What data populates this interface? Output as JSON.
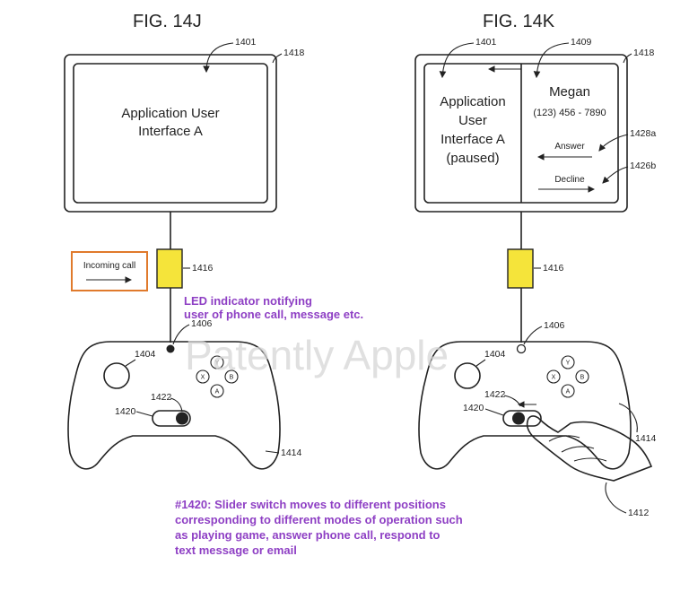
{
  "fig_left": {
    "title": "FIG. 14J",
    "ref_ui": "1401",
    "ref_device": "1418",
    "ui_line1": "Application User",
    "ui_line2": "Interface A",
    "ref_led_module": "1416",
    "ref_led": "1406",
    "ref_stick": "1404",
    "ref_slider_knob": "1422",
    "ref_slider": "1420",
    "ref_controller": "1414",
    "incoming_call_label": "Incoming call",
    "buttons": [
      "Y",
      "X",
      "B",
      "A"
    ]
  },
  "fig_right": {
    "title": "FIG. 14K",
    "ref_ui": "1401",
    "ref_call_panel": "1409",
    "ref_device": "1418",
    "ui_line1": "Application",
    "ui_line2": "User",
    "ui_line3": "Interface A",
    "ui_line4": "(paused)",
    "caller_name": "Megan",
    "caller_number": "(123) 456 - 7890",
    "answer_label": "Answer",
    "decline_label": "Decline",
    "ref_answer": "1428a",
    "ref_decline": "1426b",
    "ref_led_module": "1416",
    "ref_led": "1406",
    "ref_stick": "1404",
    "ref_slider_knob": "1422",
    "ref_slider": "1420",
    "ref_controller": "1414",
    "ref_hand": "1412",
    "buttons": [
      "Y",
      "X",
      "B",
      "A"
    ]
  },
  "annotations": {
    "led_note_line1": "LED indicator notifying",
    "led_note_line2": "user of phone call, message etc.",
    "slider_note_line1": "#1420: Slider switch moves to different positions",
    "slider_note_line2": "corresponding to different modes of operation such",
    "slider_note_line3": "as playing game, answer phone call, respond to",
    "slider_note_line4": "text message or email"
  },
  "watermark": "Patently Apple",
  "colors": {
    "led_module": "#f5e43a",
    "incoming_call_border": "#e07a2c",
    "annotation_text": "#8e3fc4",
    "line": "#222222"
  }
}
